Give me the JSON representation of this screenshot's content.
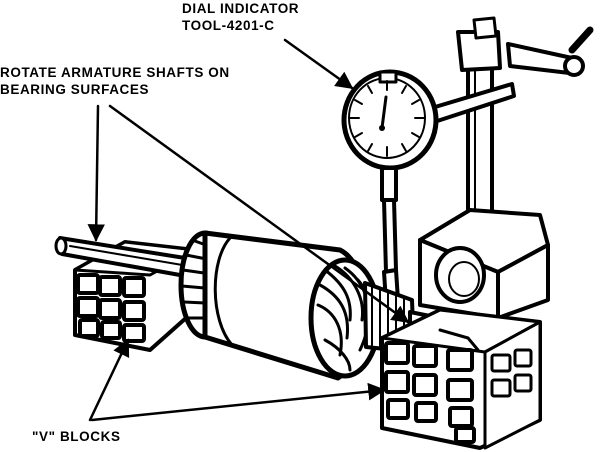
{
  "labels": {
    "dial_line1": "DIAL INDICATOR",
    "dial_line2": "TOOL-4201-C",
    "rotate_line1": "ROTATE ARMATURE SHAFTS ON",
    "rotate_line2": "BEARING SURFACES",
    "vblocks": "\"V\" BLOCKS"
  },
  "colors": {
    "ink": "#000000",
    "paper": "#ffffff"
  }
}
